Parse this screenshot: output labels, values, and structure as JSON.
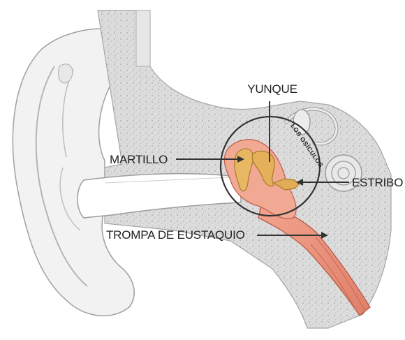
{
  "labels": {
    "incus": "YUNQUE",
    "malleus": "MARTILLO",
    "stapes": "ESTRIBO",
    "eustachian_tube": "TROMPA DE EUSTAQUIO",
    "ossicles": "LOS OSÍCULOS"
  },
  "colors": {
    "skin": "#f0f0f0",
    "skin_stroke": "#9a9a9a",
    "bone": "#d9d9d9",
    "bone_dots": "#b4b4b4",
    "canal": "#ffffff",
    "ossicle": "#e6b45a",
    "ossicle_stroke": "#a87a2a",
    "tube": "#e8907a",
    "tube_stroke": "#b55a4a",
    "leader": "#333333"
  }
}
